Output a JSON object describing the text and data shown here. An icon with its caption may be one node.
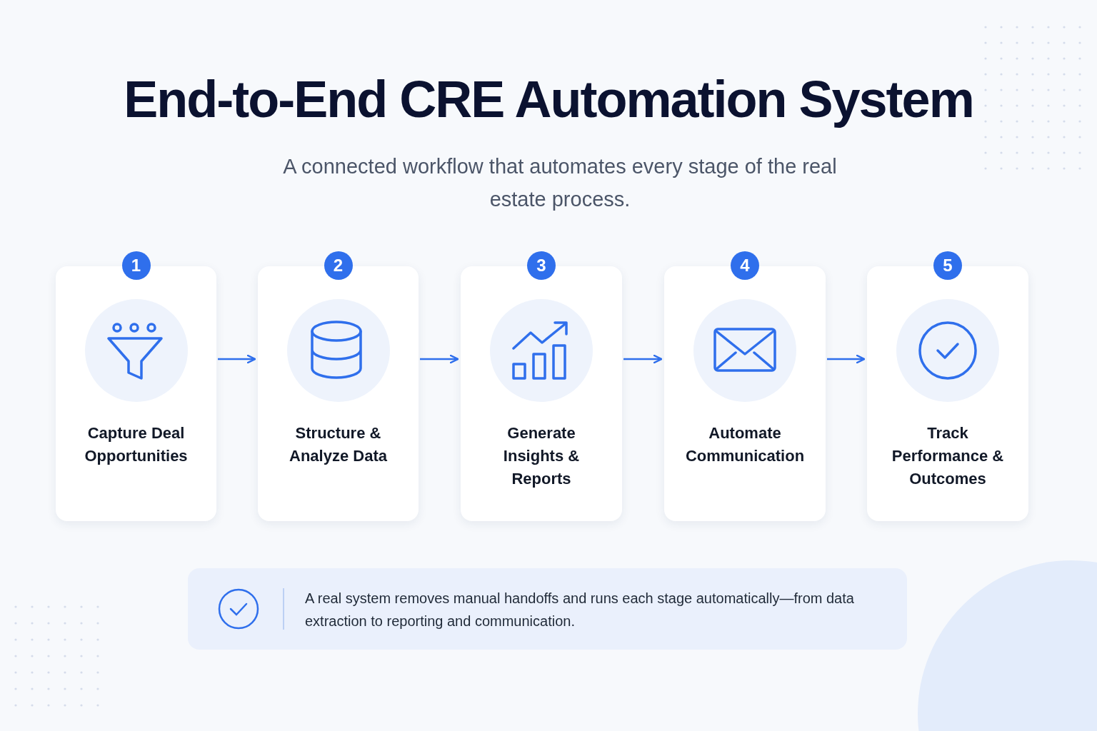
{
  "diagram": {
    "title": "End-to-End CRE Automation System",
    "nodes": [
      {
        "text": [
          "Capture Deal Opportunities"
        ],
        "beside": [
          "1"
        ]
      },
      {
        "text": [
          "Structure & Analyze Data"
        ],
        "beside": [
          "2"
        ]
      },
      {
        "text": [
          "Generate Insights & Reports"
        ],
        "beside": [
          "3"
        ]
      },
      {
        "text": [
          "Automate Communication"
        ],
        "beside": [
          "4"
        ]
      },
      {
        "text": [
          "Track Performance & Outcomes"
        ],
        "beside": [
          "5"
        ]
      },
      {
        "text": [
          "A real system removes manual handoffs and runs each stage automatically—from data extraction to reporting and communication."
        ]
      }
    ],
    "edges": [
      {
        "from": 0,
        "to": 1,
        "arrow": "to"
      },
      {
        "from": 1,
        "to": 2,
        "arrow": "to"
      },
      {
        "from": 2,
        "to": 3,
        "arrow": "to"
      },
      {
        "from": 3,
        "to": 4,
        "arrow": "to"
      }
    ],
    "labels": [
      "A connected workflow that automates every stage of the real estate process."
    ]
  }
}
